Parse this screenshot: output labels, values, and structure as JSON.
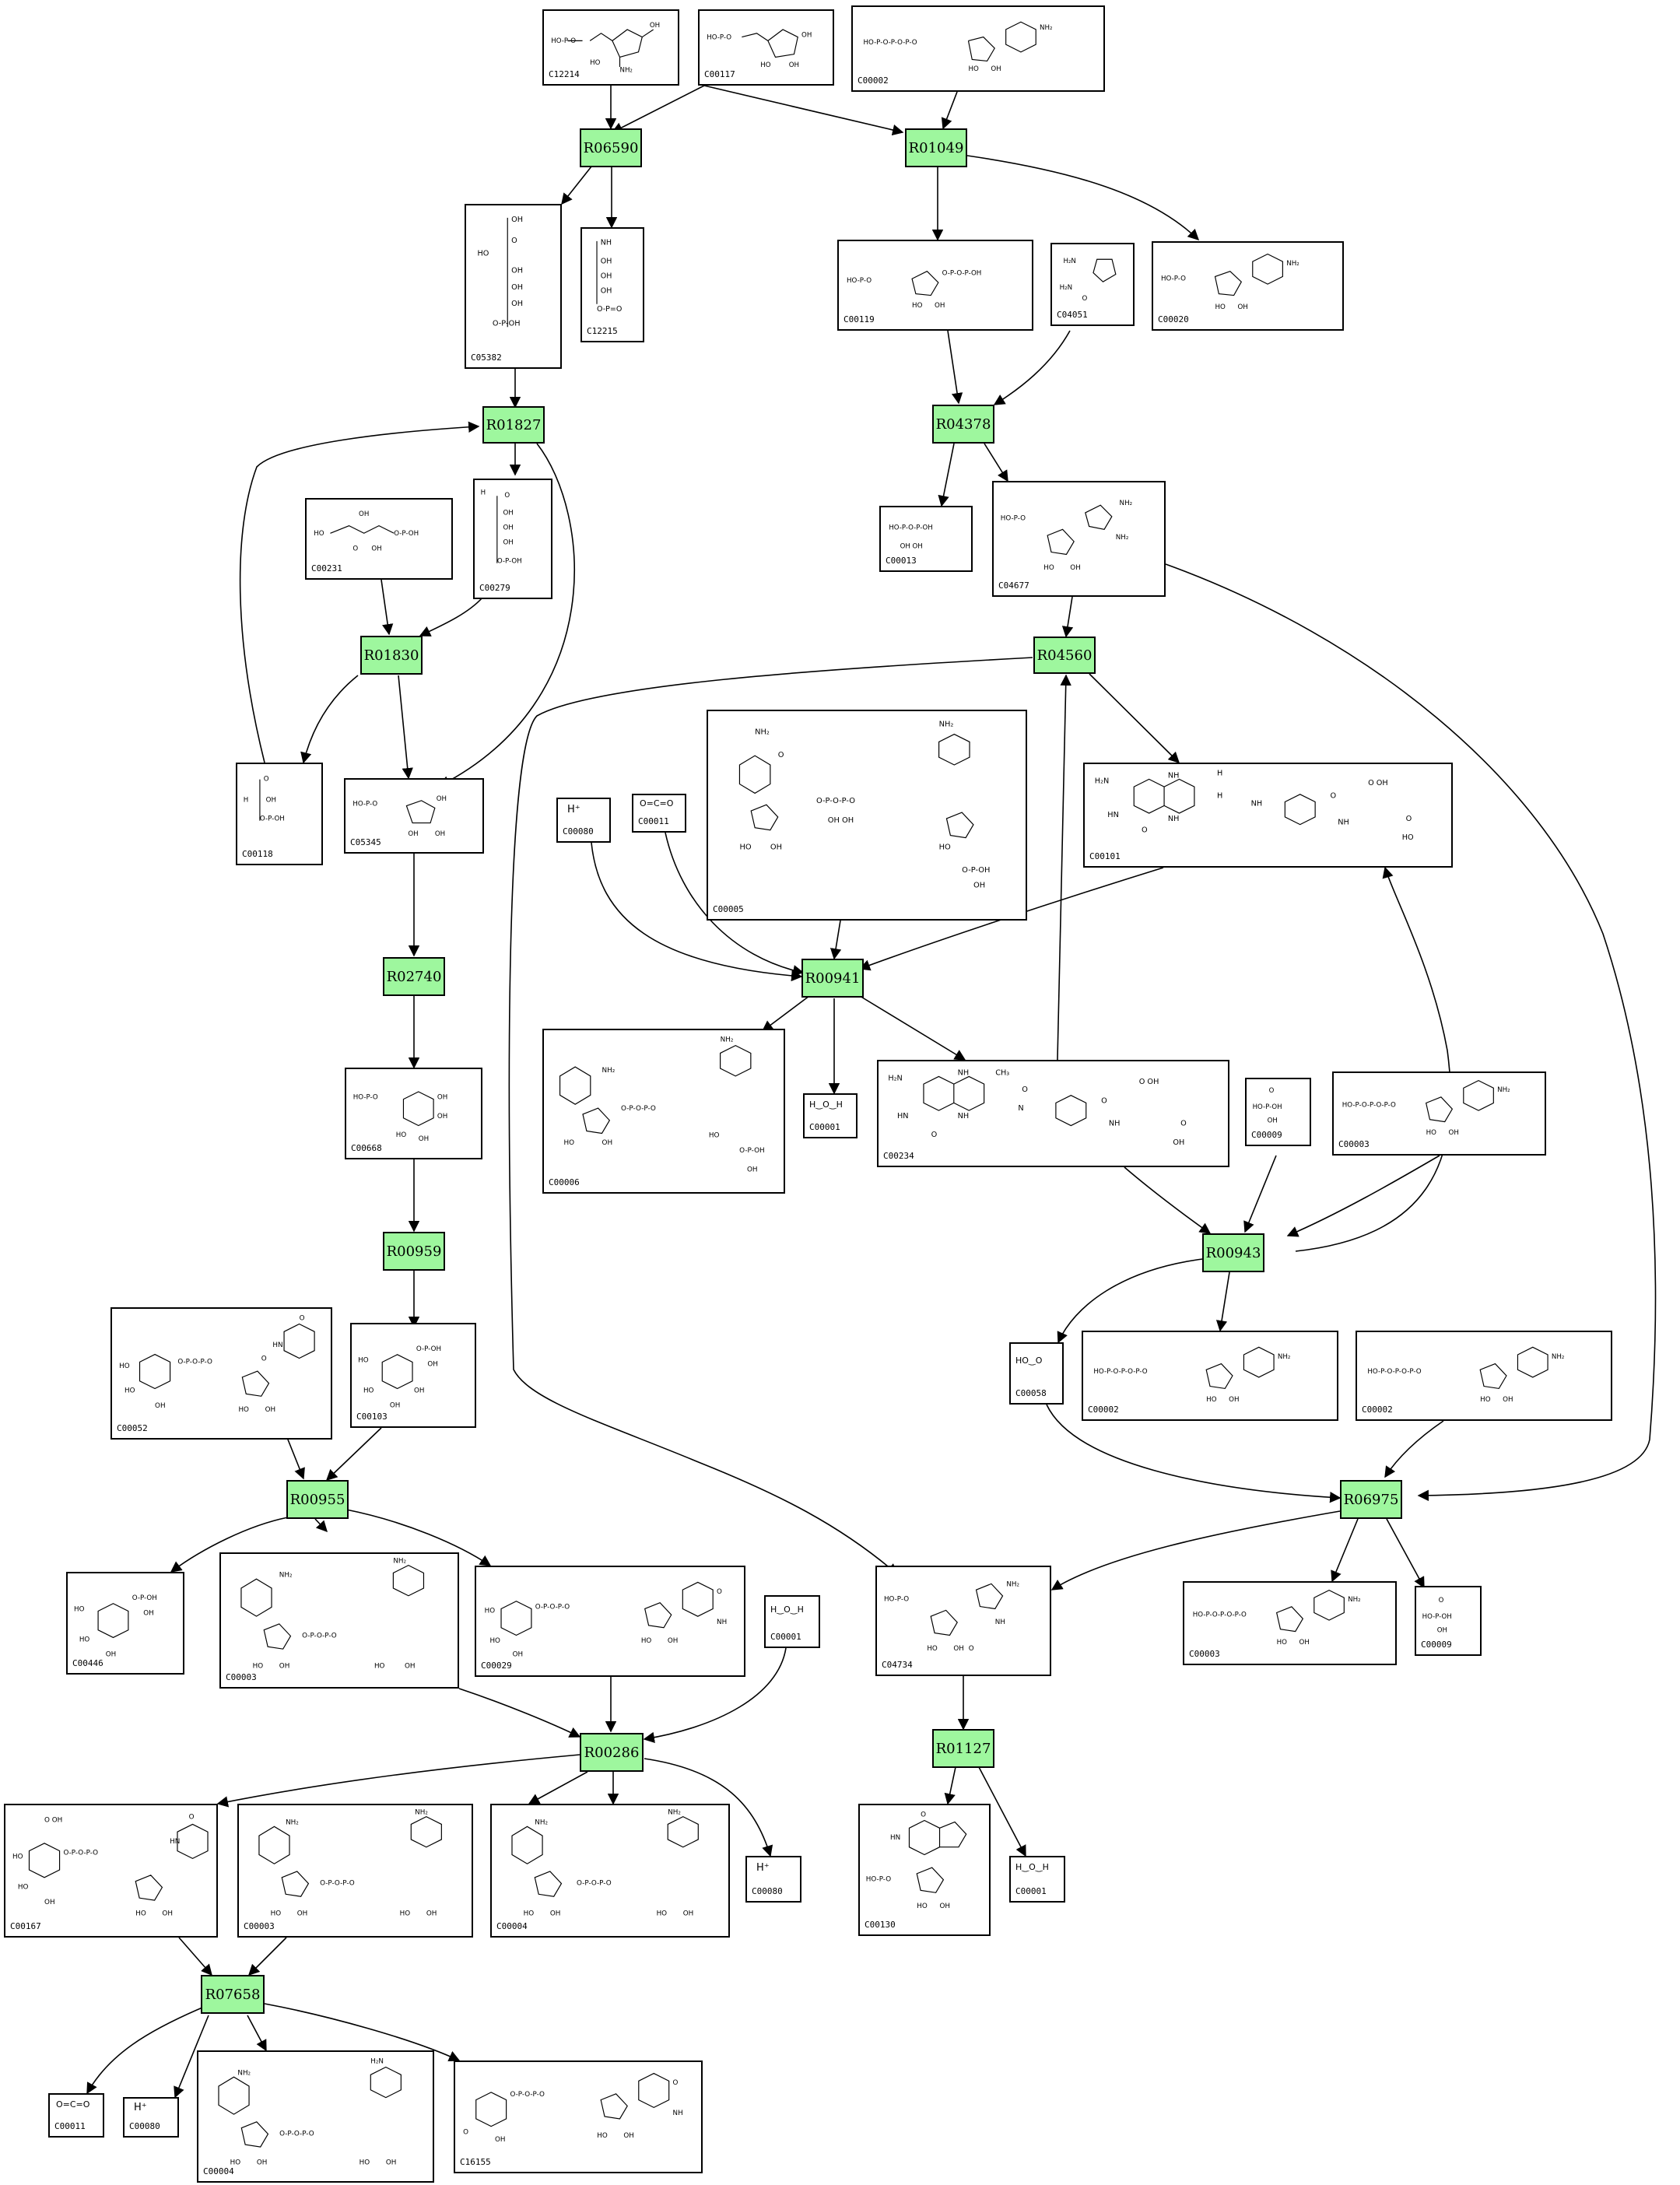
{
  "compounds": {
    "c12214": "C12214",
    "c00117": "C00117",
    "c00002a": "C00002",
    "c05382": "C05382",
    "c12215": "C12215",
    "c00119": "C00119",
    "c04051": "C04051",
    "c00020": "C00020",
    "c00231": "C00231",
    "c00279": "C00279",
    "c00013": "C00013",
    "c04677": "C04677",
    "c00118": "C00118",
    "c05345": "C05345",
    "c00080a": "C00080",
    "c00011a": "C00011",
    "c00005": "C00005",
    "c00101": "C00101",
    "c00668": "C00668",
    "c00006": "C00006",
    "c00001a": "C00001",
    "c00234": "C00234",
    "c00009a": "C00009",
    "c00003a": "C00003",
    "c00058": "C00058",
    "c00002b": "C00002",
    "c00002c": "C00002",
    "c00052": "C00052",
    "c00103": "C00103",
    "c00446": "C00446",
    "c00003b": "C00003",
    "c00029": "C00029",
    "c00001b": "C00001",
    "c04734": "C04734",
    "c00003c": "C00003",
    "c00009b": "C00009",
    "c00167": "C00167",
    "c00003d": "C00003",
    "c00004a": "C00004",
    "c00080b": "C00080",
    "c00130": "C00130",
    "c00001c": "C00001",
    "c00011b": "C00011",
    "c00080c": "C00080",
    "c00004b": "C00004",
    "c16155": "C16155"
  },
  "reactions": {
    "r06590": "R06590",
    "r01049": "R01049",
    "r01827": "R01827",
    "r04378": "R04378",
    "r01830": "R01830",
    "r04560": "R04560",
    "r02740": "R02740",
    "r00941": "R00941",
    "r00959": "R00959",
    "r00943": "R00943",
    "r00955": "R00955",
    "r06975": "R06975",
    "r00286": "R00286",
    "r01127": "R01127",
    "r07658": "R07658"
  },
  "small_molecule_text": {
    "proton": "H⁺",
    "water": "H‿O‿H",
    "co2": "O=C=O",
    "formate": "HO‿O",
    "phosphate": "HO–P–OH"
  },
  "edge_color": "#000000",
  "reaction_color": "#9ef79e"
}
